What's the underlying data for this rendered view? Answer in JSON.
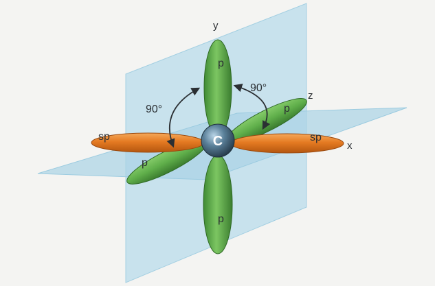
{
  "diagram": {
    "axes": {
      "x": "x",
      "y": "y",
      "z": "z"
    },
    "center_atom": "C",
    "angles": [
      "90°",
      "90°"
    ],
    "lobes": {
      "sp_left": "sp",
      "sp_right": "sp",
      "p_up": "p",
      "p_down": "p",
      "p_back": "p",
      "p_front": "p"
    },
    "colors": {
      "plane": "#b9dceb",
      "plane_edge": "#a3cfe2",
      "sp_lobe": "#e57a22",
      "p_lobe": "#5fae4a",
      "carbon": "#4a6f87",
      "arrow": "#2b2f33"
    }
  }
}
